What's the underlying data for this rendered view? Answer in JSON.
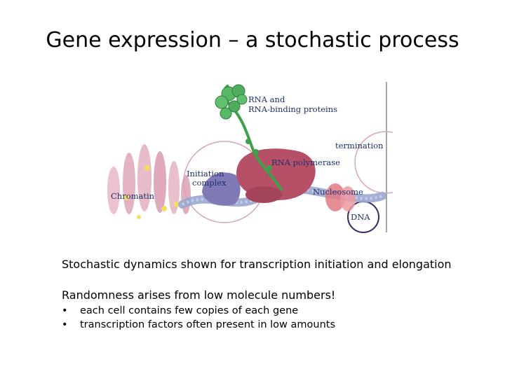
{
  "slide": {
    "title": "Gene expression – a stochastic process",
    "caption": "Stochastic dynamics shown for transcription initiation and elongation",
    "subhead": "Randomness arises from low molecule numbers!",
    "bullets": [
      "each cell contains few copies of each gene",
      "transcription factors often present in low amounts"
    ],
    "bullet_glyph": "•"
  },
  "diagram": {
    "labels": {
      "rna1": "RNA and",
      "rna2": "RNA-binding proteins",
      "termination": "termination",
      "polymerase": "RNA polymerase",
      "init1": "Initiation",
      "init2": "complex",
      "chromatin": "Chromatin",
      "nucleosome": "Nucleosome",
      "dna": "DNA"
    },
    "colors": {
      "polymerase": "#b55066",
      "rna": "#3fa04b",
      "dna": "#9aa6d0",
      "initiation": "#7f79b5",
      "nucleosome": "#e07a84",
      "label": "#1f2f6b"
    }
  }
}
